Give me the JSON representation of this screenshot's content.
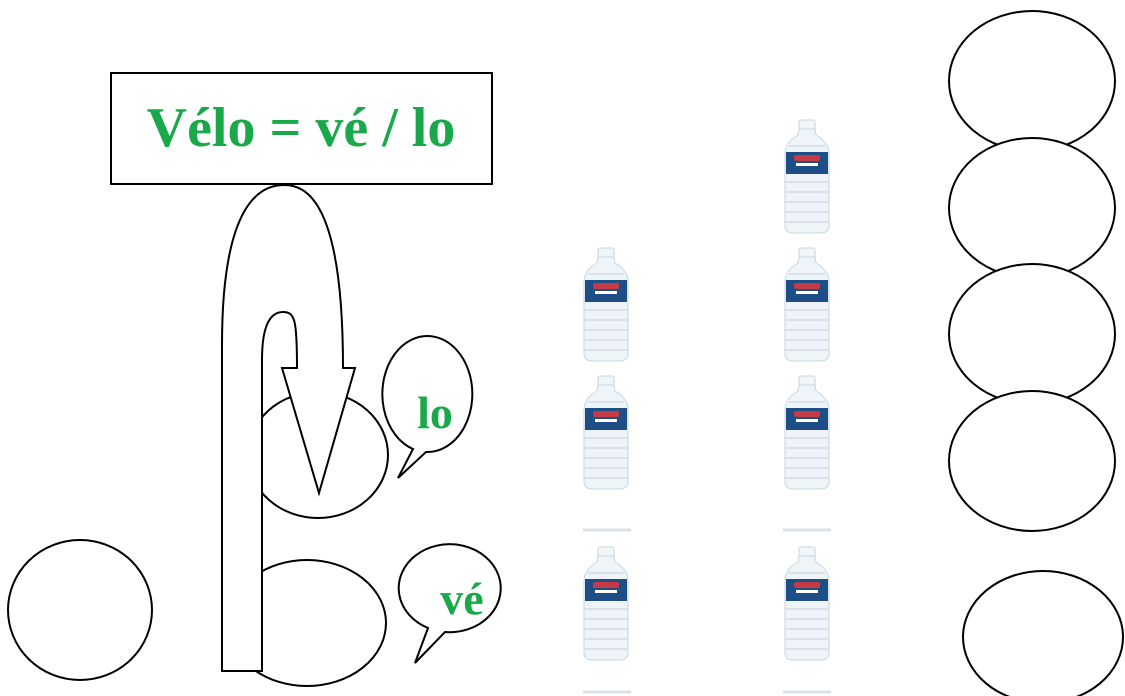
{
  "title": {
    "text": "Vélo = vé / lo",
    "color": "#19a94a"
  },
  "syllables": [
    {
      "id": "lo",
      "text": "lo"
    },
    {
      "id": "ve",
      "text": "vé"
    }
  ],
  "bottle_columns": [
    {
      "name": "left-column",
      "count": 3
    },
    {
      "name": "right-column",
      "count": 4
    }
  ],
  "answer_ovals": {
    "count": 5
  },
  "icons": [
    "u-turn-arrow-icon",
    "water-bottle-icon"
  ],
  "colors": {
    "text_accent": "#19a94a",
    "outline": "#000000",
    "background": "#ffffff"
  }
}
